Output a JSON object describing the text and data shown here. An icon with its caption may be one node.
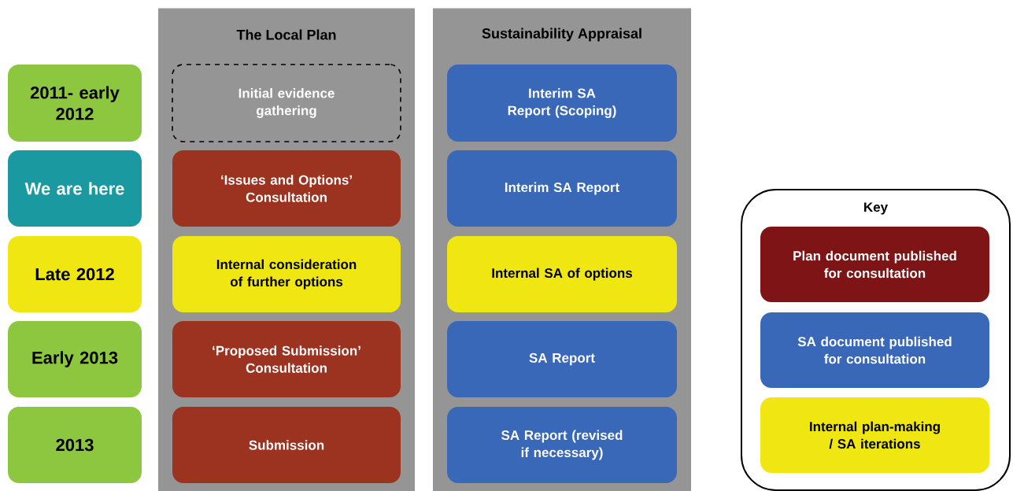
{
  "diagram": {
    "nodes": [
      {
        "text": [
          "The Local Plan"
        ]
      },
      {
        "text": [
          "Sustainability Appraisal"
        ]
      },
      {
        "text": [
          "2011- early 2012"
        ]
      },
      {
        "text": [
          "We are here"
        ]
      },
      {
        "text": [
          "Late 2012"
        ]
      },
      {
        "text": [
          "Early 2013"
        ]
      },
      {
        "text": [
          "2013"
        ]
      },
      {
        "text": [
          "Initial evidence gathering"
        ],
        "in": 0
      },
      {
        "text": [
          "‘Issues and Options’ Consultation"
        ],
        "in": 0
      },
      {
        "text": [
          "Internal consideration of further options"
        ],
        "in": 0
      },
      {
        "text": [
          "‘Proposed Submission’ Consultation"
        ],
        "in": 0
      },
      {
        "text": [
          "Submission"
        ],
        "in": 0
      },
      {
        "text": [
          "Interim SA Report (Scoping)"
        ],
        "in": 1
      },
      {
        "text": [
          "Interim SA Report"
        ],
        "in": 1
      },
      {
        "text": [
          "Internal SA of options"
        ],
        "in": 1
      },
      {
        "text": [
          "SA Report"
        ],
        "in": 1
      },
      {
        "text": [
          "SA Report (revised if necessary)"
        ],
        "in": 1
      },
      {
        "text": [
          "Key"
        ]
      }
    ],
    "legend": [
      {
        "text": "Plan document published for consultation",
        "color": "#7f1416"
      },
      {
        "text": "SA document published for consultation",
        "color": "#3a68b8"
      },
      {
        "text": "Internal plan-making / SA iterations",
        "color": "#f0e612"
      }
    ]
  }
}
